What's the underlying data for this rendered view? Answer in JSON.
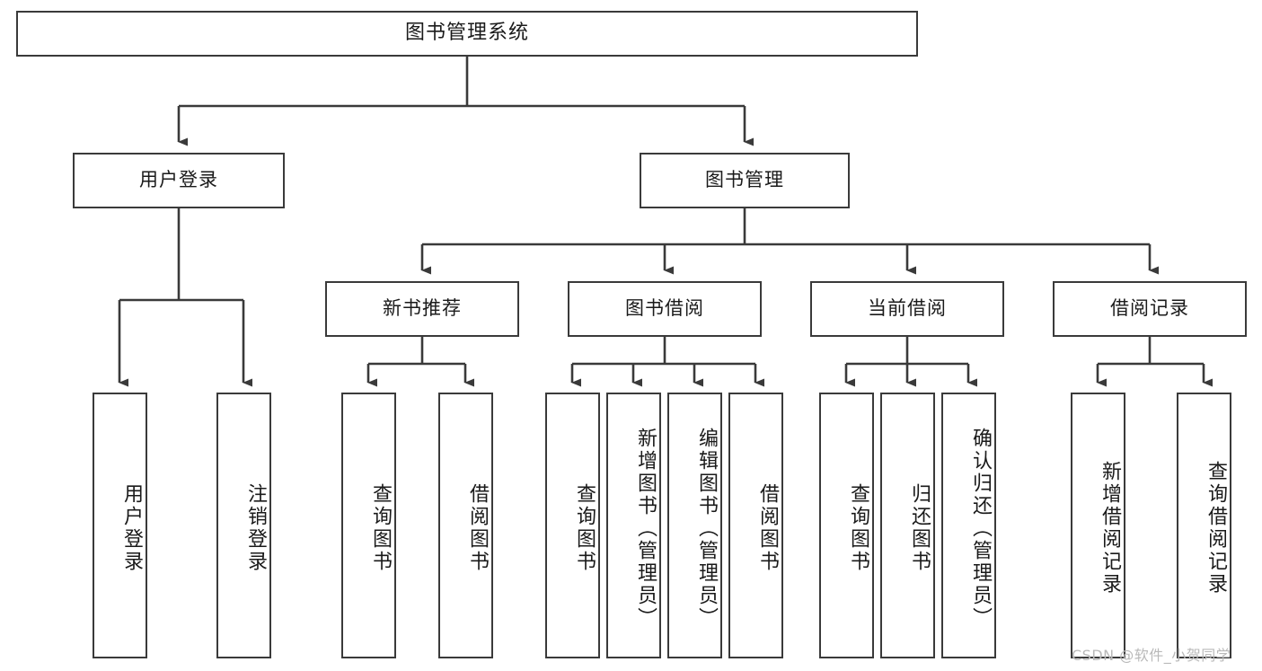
{
  "diagram": {
    "title": "图书管理系统",
    "type": "tree-hierarchy",
    "stroke_color": "#3a3a3a",
    "fill_color": "#ffffff",
    "text_color": "#1a1a1a",
    "nodes": {
      "root": {
        "label": "图书管理系统"
      },
      "level2": [
        {
          "id": "user-login",
          "label": "用户登录"
        },
        {
          "id": "book-manage",
          "label": "图书管理"
        }
      ],
      "level3": [
        {
          "id": "new-book-recommend",
          "label": "新书推荐"
        },
        {
          "id": "book-borrow",
          "label": "图书借阅"
        },
        {
          "id": "current-borrow",
          "label": "当前借阅"
        },
        {
          "id": "borrow-record",
          "label": "借阅记录"
        }
      ],
      "leaves": [
        {
          "id": "leaf-user-login",
          "label": "用户登录",
          "parent": "user-login"
        },
        {
          "id": "leaf-logout-login",
          "label": "注销登录",
          "parent": "user-login"
        },
        {
          "id": "leaf-query-book-1",
          "label": "查询图书",
          "parent": "new-book-recommend"
        },
        {
          "id": "leaf-borrow-book-1",
          "label": "借阅图书",
          "parent": "new-book-recommend"
        },
        {
          "id": "leaf-query-book-2",
          "label": "查询图书",
          "parent": "book-borrow"
        },
        {
          "id": "leaf-add-book",
          "label": "新增图书（管理员）",
          "parent": "book-borrow"
        },
        {
          "id": "leaf-edit-book",
          "label": "编辑图书（管理员）",
          "parent": "book-borrow"
        },
        {
          "id": "leaf-borrow-book-2",
          "label": "借阅图书",
          "parent": "book-borrow"
        },
        {
          "id": "leaf-query-book-3",
          "label": "查询图书",
          "parent": "current-borrow"
        },
        {
          "id": "leaf-return-book",
          "label": "归还图书",
          "parent": "current-borrow"
        },
        {
          "id": "leaf-confirm-return",
          "label": "确认归还（管理员）",
          "parent": "current-borrow"
        },
        {
          "id": "leaf-add-record",
          "label": "新增借阅记录",
          "parent": "borrow-record"
        },
        {
          "id": "leaf-query-record",
          "label": "查询借阅记录",
          "parent": "borrow-record"
        }
      ]
    },
    "watermark": "CSDN @软件_小贺同学"
  }
}
